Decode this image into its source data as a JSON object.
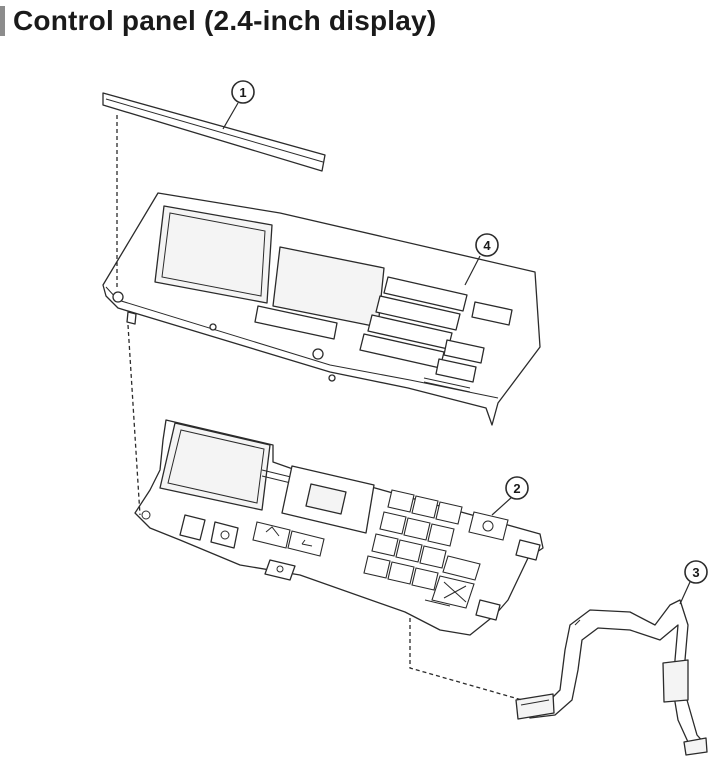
{
  "title": "Control panel (2.4-inch display)",
  "callouts": {
    "c1": "1",
    "c2": "2",
    "c3": "3",
    "c4": "4"
  },
  "colors": {
    "accent_bar": "#8c8c8c",
    "line": "#2b2b2b",
    "title_text": "#1a1a1a"
  }
}
